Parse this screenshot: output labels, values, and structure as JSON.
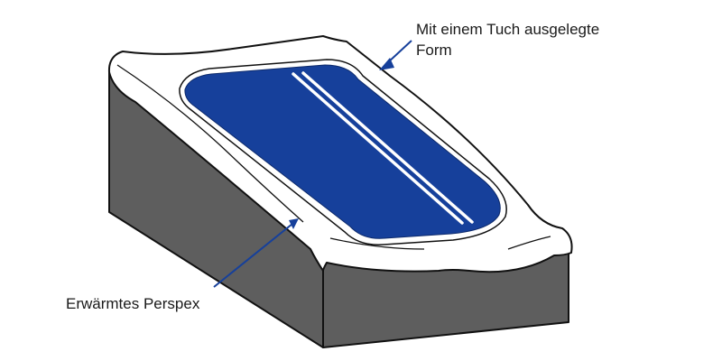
{
  "labels": {
    "cloth_mould_line1": "Mit einem Tuch ausgelegte",
    "cloth_mould_line2": "Form",
    "heated_perspex": "Erwärmtes Perspex"
  },
  "colors": {
    "sheet_fill": "#16409b",
    "mould_side": "#5e5e5e",
    "cloth": "#ffffff",
    "outline": "#111111",
    "leader_line": "#16409b"
  }
}
